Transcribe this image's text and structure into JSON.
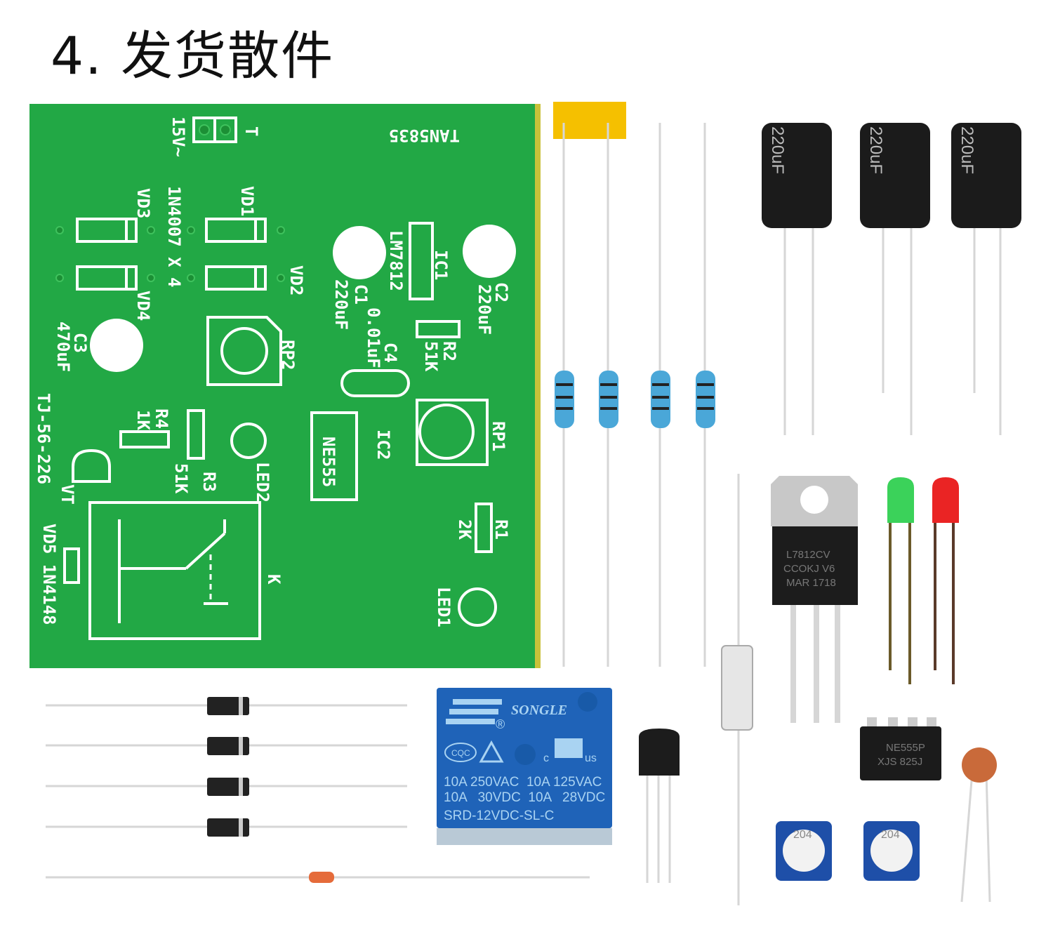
{
  "title": "4. 发货散件",
  "pcb": {
    "color": "#22a845",
    "labels": {
      "board_id": "TAN5835",
      "transformer": "T",
      "voltage": "15V~",
      "diode_type": "1N4007 X 4",
      "vd1": "VD1",
      "vd2": "VD2",
      "vd3": "VD3",
      "vd4": "VD4",
      "ic1": "IC1",
      "ic1_part": "LM7812",
      "c1": "C1",
      "c1_value": "220uF",
      "c2": "C2",
      "c2_value": "220uF",
      "c3": "C3",
      "c3_value": "470uF",
      "c4": "C4",
      "c4_value": "0.01uF",
      "r1": "R1",
      "r1_value": "2K",
      "r2": "R2",
      "r2_value": "51K",
      "r3": "R3",
      "r3_value": "51K",
      "r4": "R4",
      "r4_value": "1K",
      "rp1": "RP1",
      "rp2": "RP2",
      "ic2": "IC2",
      "ic2_part": "NE555",
      "led1": "LED1",
      "led2": "LED2",
      "vt": "VT",
      "vd5": "VD5 1N4148",
      "relay": "K",
      "model": "TJ-56-226"
    }
  },
  "relay": {
    "brand": "SONGLE",
    "registered": "®",
    "cert_ccc": "CQC",
    "cert_c": "c",
    "cert_us": "us",
    "rating_line1": "10A 250VAC  10A 125VAC",
    "rating_line2": "10A   30VDC  10A   28VDC",
    "model": "SRD-12VDC-SL-C",
    "color": "#1f63b8"
  },
  "regulator": {
    "line1": "L7812CV",
    "line2": "CCOKJ V6",
    "line3": "MAR 1718"
  },
  "timer_chip": {
    "line1": "NE555P",
    "line2": "XJS 825J"
  },
  "electrolytic_caps": {
    "label": "220uF"
  },
  "trimpots": {
    "label": "204"
  }
}
